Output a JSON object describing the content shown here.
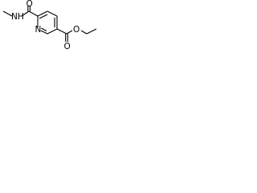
{
  "molecule": {
    "atoms": {
      "n_methylamine": "NH",
      "amide_oxygen": "O",
      "ring_nitrogen": "N",
      "ester_carbonyl_oxygen": "O",
      "ester_ether_oxygen": "O"
    }
  }
}
